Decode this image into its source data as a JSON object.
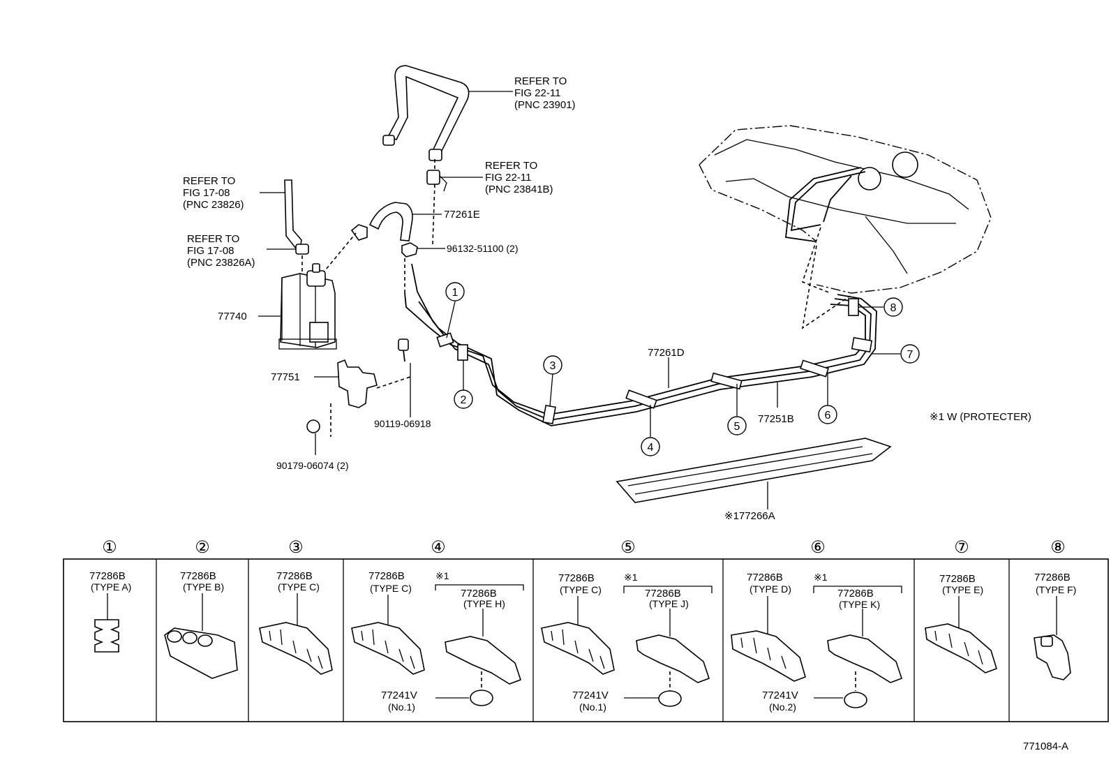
{
  "refs": {
    "fig2211_a": {
      "line1": "REFER TO",
      "line2": "FIG 22-11",
      "line3": "(PNC 23901)"
    },
    "fig2211_b": {
      "line1": "REFER TO",
      "line2": "FIG 22-11",
      "line3": "(PNC 23841B)"
    },
    "fig1708_a": {
      "line1": "REFER TO",
      "line2": "FIG 17-08",
      "line3": "(PNC 23826)"
    },
    "fig1708_b": {
      "line1": "REFER TO",
      "line2": "FIG 17-08",
      "line3": "(PNC 23826A)"
    }
  },
  "parts": {
    "p77261E": "77261E",
    "p96132": "96132-51100 (2)",
    "p77740": "77740",
    "p77751": "77751",
    "p90119": "90119-06918",
    "p90179": "90179-06074 (2)",
    "p77261D": "77261D",
    "p77251B": "77251B",
    "p177266A": "※177266A",
    "protecter_note": "※1 W (PROTECTER)"
  },
  "callouts": [
    "1",
    "2",
    "3",
    "4",
    "5",
    "6",
    "7",
    "8"
  ],
  "table": {
    "headers": [
      "①",
      "②",
      "③",
      "④",
      "⑤",
      "⑥",
      "⑦",
      "⑧"
    ],
    "cells": {
      "c1": {
        "part": "77286B",
        "type": "(TYPE A)"
      },
      "c2": {
        "part": "77286B",
        "type": "(TYPE B)"
      },
      "c3": {
        "part": "77286B",
        "type": "(TYPE C)"
      },
      "c4": {
        "part": "77286B",
        "type": "(TYPE C)",
        "note": "※1",
        "part2": "77286B",
        "type2": "(TYPE H)",
        "grommet": "77241V",
        "grommet_no": "(No.1)"
      },
      "c5": {
        "part": "77286B",
        "type": "(TYPE C)",
        "note": "※1",
        "part2": "77286B",
        "type2": "(TYPE J)",
        "grommet": "77241V",
        "grommet_no": "(No.1)"
      },
      "c6": {
        "part": "77286B",
        "type": "(TYPE D)",
        "note": "※1",
        "part2": "77286B",
        "type2": "(TYPE K)",
        "grommet": "77241V",
        "grommet_no": "(No.2)"
      },
      "c7": {
        "part": "77286B",
        "type": "(TYPE E)"
      },
      "c8": {
        "part": "77286B",
        "type": "(TYPE F)"
      }
    }
  },
  "figure_id": "771084-A"
}
